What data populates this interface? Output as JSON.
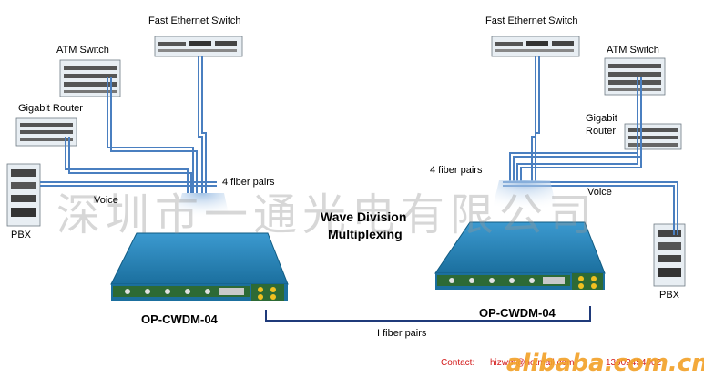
{
  "labels": {
    "fes_left": "Fast Ethernet Switch",
    "fes_right": "Fast Ethernet Switch",
    "atm_left": "ATM Switch",
    "atm_right": "ATM Switch",
    "router_left": "Gigabit Router",
    "router_right_line1": "Gigabit",
    "router_right_line2": "Router",
    "fiber_left": "4 fiber pairs",
    "fiber_right": "4 fiber pairs",
    "voice_left": "Voice",
    "voice_right": "Voice",
    "pbx_left": "PBX",
    "pbx_right": "PBX",
    "wdm_line1": "Wave Division",
    "wdm_line2": "Multiplexing",
    "model_left": "OP-CWDM-04",
    "model_right": "OP-CWDM-04",
    "link": "I fiber pairs"
  },
  "watermark": "深圳市一通光电有限公司",
  "contact": {
    "label": "Contact:",
    "email": "hizwm@hotmail.com",
    "phone": "13902454002"
  },
  "brand": "alibaba.com.cn",
  "colors": {
    "fiber": "#4a7fc0",
    "chassis": "#2a86b8",
    "faceplate": "#2d6a35",
    "contact": "#d31a1a",
    "brand": "#f2a22b"
  }
}
